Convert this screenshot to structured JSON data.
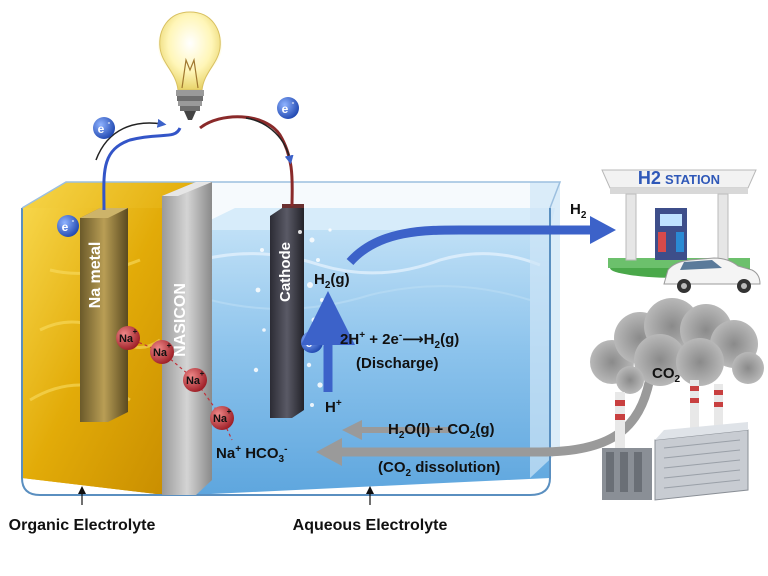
{
  "labels": {
    "electron": "e",
    "electron_sup": "-",
    "na_metal": "Na metal",
    "nasicon": "NASICON",
    "cathode": "Cathode",
    "na_ion": "Na",
    "na_ion_sup": "+",
    "h2_station_h2": "H2",
    "h2_station_word": "STATION",
    "h2_out": "H",
    "h2_out_sub": "2",
    "h2g_main": "H",
    "h2g_sub": "2",
    "h2g_tail": "(g)",
    "reaction_lhs": "2H",
    "reaction_plus_sup": "+",
    "reaction_mid": " + 2e",
    "reaction_minus_sup": "-",
    "reaction_rhs": "H",
    "reaction_rhs_sub": "2",
    "reaction_rhs_tail": "(g)",
    "discharge": "(Discharge)",
    "h_plus": "H",
    "h_plus_sup": "+",
    "dissolution_a": "H",
    "dissolution_a_sub": "2",
    "dissolution_b": "O(l) + CO",
    "dissolution_b_sub": "2",
    "dissolution_c": "(g)",
    "dissolution_note_a": "(CO",
    "dissolution_note_sub": "2",
    "dissolution_note_b": " dissolution)",
    "bicarbonate_a": "Na",
    "bicarbonate_sup1": "+",
    "bicarbonate_b": " HCO",
    "bicarbonate_sub": "3",
    "bicarbonate_sup2": "-",
    "co2_main": "CO",
    "co2_sub": "2",
    "organic_electrolyte": "Organic Electrolyte",
    "aqueous_electrolyte": "Aqueous Electrolyte"
  },
  "colors": {
    "organic": "#e8b400",
    "aqueous": "#8fc4ec",
    "electron": "#2a5fc8",
    "ion": "#c0303a",
    "arrow_blue": "#3c62c9",
    "arrow_gray": "#9a9a9a"
  },
  "icons": [
    "light-bulb-icon",
    "gas-station-icon",
    "car-icon",
    "factory-icon",
    "smoke-cloud-icon"
  ]
}
